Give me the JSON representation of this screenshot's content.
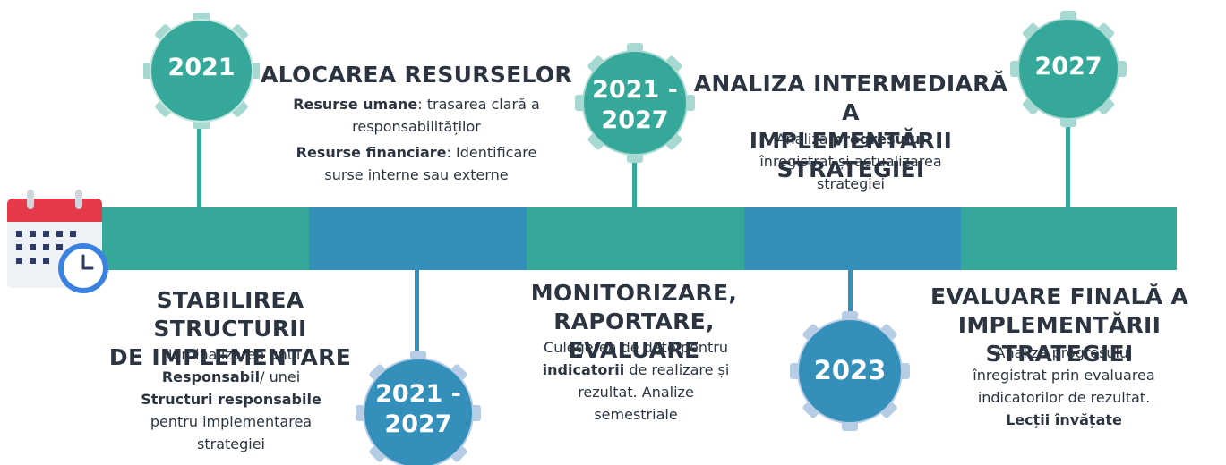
{
  "colors": {
    "teal": "#35a89a",
    "blue": "#358fbb",
    "gear_teal": "#a7d9d2",
    "gear_blue": "#b7cde6",
    "text": "#2b3440"
  },
  "icons": {
    "calendar": "calendar-clock-icon"
  },
  "milestones": [
    {
      "year_line1": "2021",
      "year_line2": ""
    },
    {
      "year_line1": "2021 -",
      "year_line2": "2027"
    },
    {
      "year_line1": "2021 -",
      "year_line2": "2027"
    },
    {
      "year_line1": "2023",
      "year_line2": ""
    },
    {
      "year_line1": "2027",
      "year_line2": ""
    }
  ],
  "steps": {
    "structure": {
      "title_line1": "STABILIREA STRUCTURII",
      "title_line2": "DE IMPLEMENTARE",
      "line1": "Nominalizarea unui",
      "line2_bold": "Responsabil",
      "line2_rest": "/ unei",
      "line3_bold": "Structuri responsabile",
      "line4": "pentru implementarea",
      "line5": "strategiei"
    },
    "resources": {
      "title": "ALOCAREA RESURSELOR",
      "p1_bold": "Resurse umane",
      "p1_rest": ": trasarea clară a",
      "p1_line2": "responsabilităților",
      "p2_bold": "Resurse financiare",
      "p2_rest": ": Identificare",
      "p2_line2": "surse interne sau externe"
    },
    "monitoring": {
      "title_line1": "MONITORIZARE,",
      "title_line2": "RAPORTARE, EVALUARE",
      "line1": "Culegerea de date pentru",
      "line2_bold": "indicatorii",
      "line2_rest": " de realizare și",
      "line3": "rezultat. Analize",
      "line4": "semestriale"
    },
    "interim": {
      "title_line1": "ANALIZA INTERMEDIARĂ A",
      "title_line2": "IMPLEMENTĂRII STRATEGIEI",
      "line1_pre": "Analiza ",
      "line1_bold": "progresului",
      "line2": "înregistrat și actualizarea",
      "line3": "strategiei"
    },
    "final": {
      "title_line1": "EVALUARE FINALĂ A",
      "title_line2": "IMPLEMENTĂRII STRATEGIEI",
      "line1": "Analiza progresului",
      "line2": "înregistrat prin evaluarea",
      "line3": "indicatorilor de rezultat.",
      "line4_bold": "Lecții învățate"
    }
  }
}
